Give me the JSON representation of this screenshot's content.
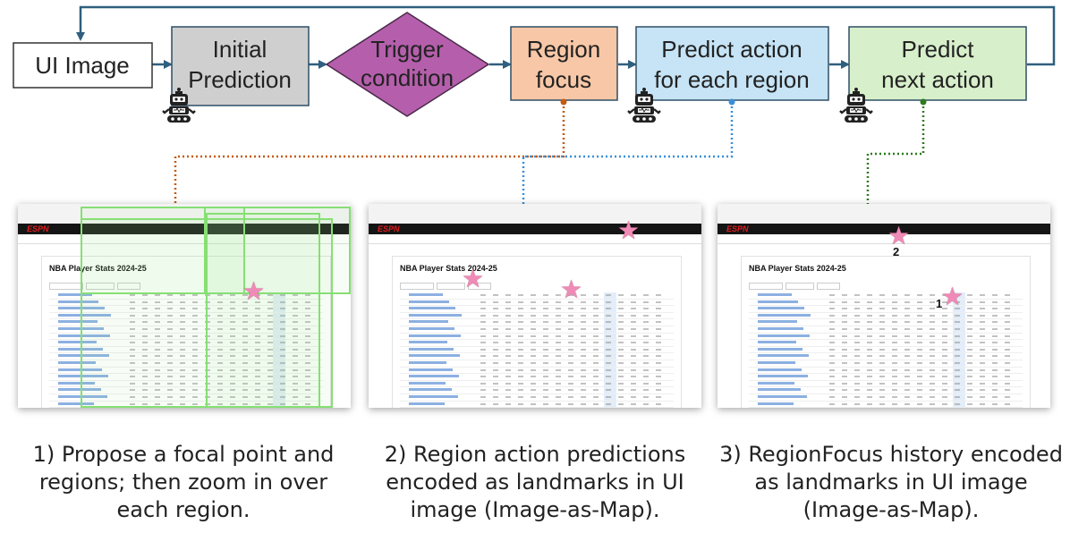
{
  "nodes": {
    "ui_image": "UI Image",
    "initial_prediction": [
      "Initial",
      "Prediction"
    ],
    "trigger": [
      "Trigger",
      "condition"
    ],
    "region_focus": [
      "Region",
      "focus"
    ],
    "predict_each": [
      "Predict action",
      "for each region"
    ],
    "predict_next": [
      "Predict",
      "next action"
    ]
  },
  "screenshots": {
    "page_title": "NBA Player Stats 2024-25",
    "logo": "ESPN",
    "landmark_1": "1",
    "landmark_2": "2"
  },
  "captions": [
    [
      "1) Propose a focal point and",
      "regions; then zoom in over",
      "each region."
    ],
    [
      "2) Region action predictions",
      "encoded as landmarks in UI",
      "image (Image-as-Map)."
    ],
    [
      "3) RegionFocus history encoded",
      "as landmarks in UI image",
      "(Image-as-Map)."
    ]
  ],
  "colors": {
    "initial_prediction": "#cfcfcf",
    "trigger": "#b55fac",
    "region_focus": "#f7c7a7",
    "predict_each": "#c6e4f5",
    "predict_next": "#d8efcb",
    "arrow": "#2f5f7f",
    "orange_link": "#c55a11",
    "blue_link": "#3a8fd8",
    "green_link": "#2d7a1f",
    "region_box": "#86df74",
    "star": "#f08ab6"
  },
  "icons": [
    "robot-icon"
  ]
}
